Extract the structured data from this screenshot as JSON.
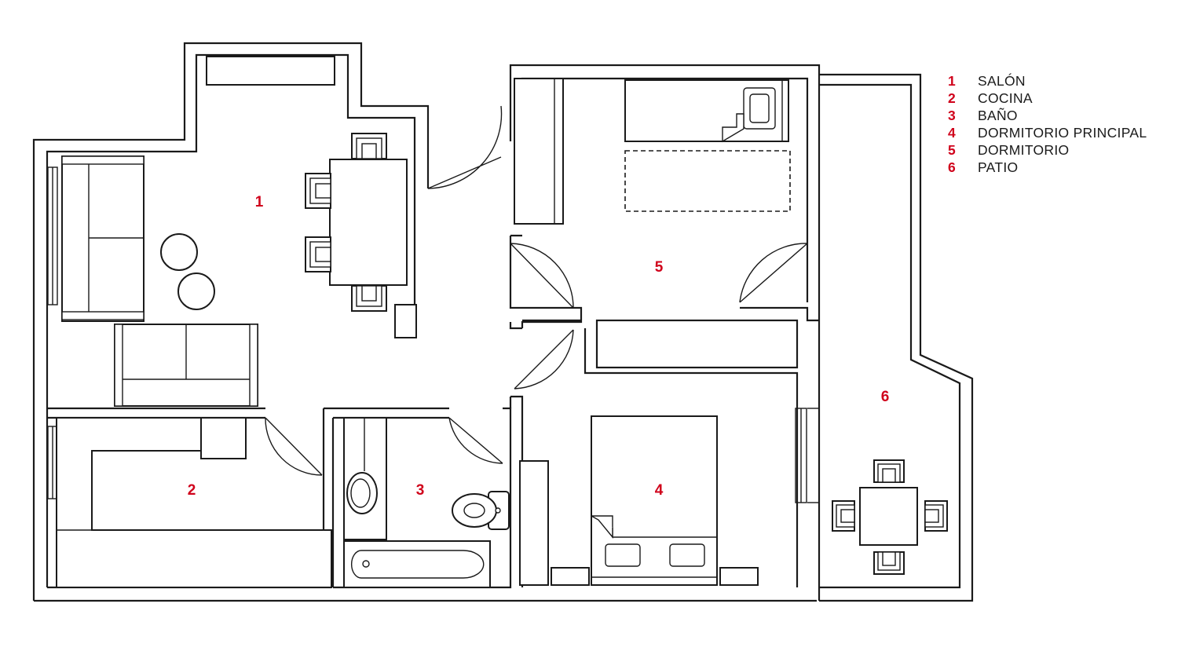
{
  "colors": {
    "accent": "#d0021b",
    "line": "#1a1a1a"
  },
  "rooms": [
    {
      "number": "1",
      "name": "SALÓN"
    },
    {
      "number": "2",
      "name": "COCINA"
    },
    {
      "number": "3",
      "name": "BAÑO"
    },
    {
      "number": "4",
      "name": "DORMITORIO PRINCIPAL"
    },
    {
      "number": "5",
      "name": "DORMITORIO"
    },
    {
      "number": "6",
      "name": "PATIO"
    }
  ]
}
